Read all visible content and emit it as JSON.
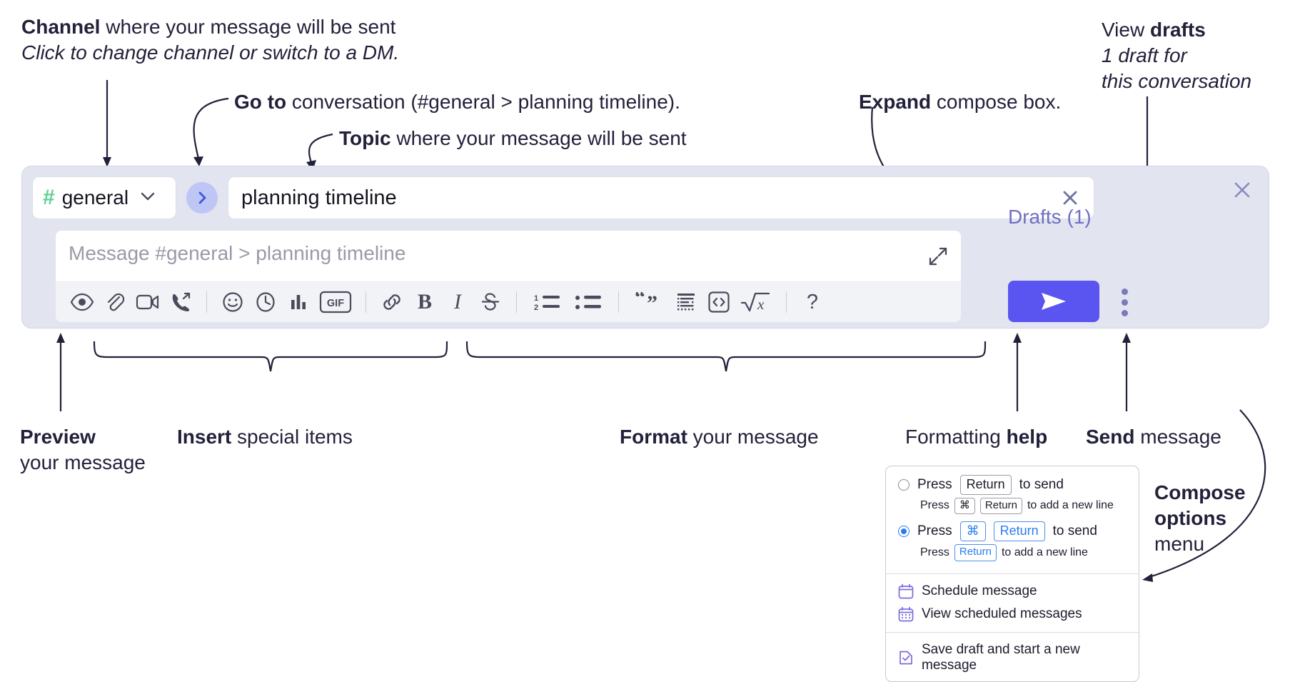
{
  "annotations": {
    "channel": {
      "bold": "Channel",
      "rest": " where your message will be sent",
      "italic": "Click to change channel or switch to a DM."
    },
    "goto": {
      "bold": "Go to",
      "rest": " conversation (#general > planning timeline)."
    },
    "topic": {
      "bold": "Topic",
      "rest": " where your message will be sent"
    },
    "expand": {
      "bold": "Expand",
      "rest": " compose box."
    },
    "drafts": {
      "bold_lead": "View ",
      "bold": "drafts",
      "italic1": "1 draft for",
      "italic2": "this conversation"
    },
    "preview": {
      "bold": "Preview",
      "line2": "your message"
    },
    "insert": {
      "bold": "Insert",
      "rest": " special items"
    },
    "format": {
      "bold": "Format",
      "rest": " your message"
    },
    "help": {
      "lead": "Formatting ",
      "bold": "help"
    },
    "send": {
      "bold": "Send",
      "rest": " message"
    },
    "compose_options": {
      "bold1": "Compose",
      "bold2": "options",
      "rest": "menu"
    }
  },
  "compose": {
    "channel": {
      "hash": "#",
      "name": "general",
      "chevron_icon": "chevron-down-icon"
    },
    "goto_icon": "chevron-right-icon",
    "topic": {
      "value": "planning timeline",
      "clear_icon": "close-icon"
    },
    "message": {
      "placeholder": "Message #general > planning timeline",
      "expand_icon": "expand-icon"
    },
    "drafts_label": "Drafts (1)",
    "close_icon": "close-icon",
    "send_icon": "send-icon",
    "more_icon": "kebab-menu-icon",
    "toolbar": [
      {
        "name": "preview-icon",
        "group": "preview"
      },
      {
        "name": "attachment-icon",
        "group": "insert"
      },
      {
        "name": "video-icon",
        "group": "insert"
      },
      {
        "name": "huddle-icon",
        "group": "insert"
      },
      {
        "name": "separator",
        "group": "sep"
      },
      {
        "name": "emoji-icon",
        "group": "insert"
      },
      {
        "name": "clock-icon",
        "group": "insert"
      },
      {
        "name": "poll-icon",
        "group": "insert"
      },
      {
        "name": "gif-icon",
        "group": "insert",
        "label": "GIF"
      },
      {
        "name": "separator",
        "group": "sep"
      },
      {
        "name": "link-icon",
        "group": "format"
      },
      {
        "name": "bold-icon",
        "group": "format",
        "label": "B"
      },
      {
        "name": "italic-icon",
        "group": "format",
        "label": "I"
      },
      {
        "name": "strikethrough-icon",
        "group": "format"
      },
      {
        "name": "separator",
        "group": "sep"
      },
      {
        "name": "ordered-list-icon",
        "group": "format"
      },
      {
        "name": "bulleted-list-icon",
        "group": "format"
      },
      {
        "name": "separator",
        "group": "sep"
      },
      {
        "name": "blockquote-icon",
        "group": "format"
      },
      {
        "name": "code-block-icon",
        "group": "format"
      },
      {
        "name": "code-icon",
        "group": "format"
      },
      {
        "name": "math-icon",
        "group": "format"
      },
      {
        "name": "separator",
        "group": "sep"
      },
      {
        "name": "formatting-help-icon",
        "group": "help",
        "label": "?"
      }
    ]
  },
  "options_menu": {
    "opt1": {
      "press": "Press",
      "key": "Return",
      "tail": "to send",
      "selected": false
    },
    "opt1_sub": {
      "press": "Press",
      "key1": "⌘",
      "key2": "Return",
      "tail": "to add a new line"
    },
    "opt2": {
      "press": "Press",
      "key1": "⌘",
      "key2": "Return",
      "tail": "to send",
      "selected": true
    },
    "opt2_sub": {
      "press": "Press",
      "key": "Return",
      "tail": "to add a new line"
    },
    "items": [
      {
        "label": "Schedule message",
        "icon": "calendar-icon"
      },
      {
        "label": "View scheduled messages",
        "icon": "calendar-grid-icon"
      },
      {
        "label": "Save draft and start a new message",
        "icon": "draft-check-icon"
      }
    ]
  },
  "colors": {
    "panel": "#e2e4f0",
    "accent_send": "#5a55f0",
    "hash_green": "#5fcf93",
    "drafts_purple": "#6f6fc4",
    "goto_blue": "#4057d8",
    "radio_blue": "#2a7df0"
  }
}
